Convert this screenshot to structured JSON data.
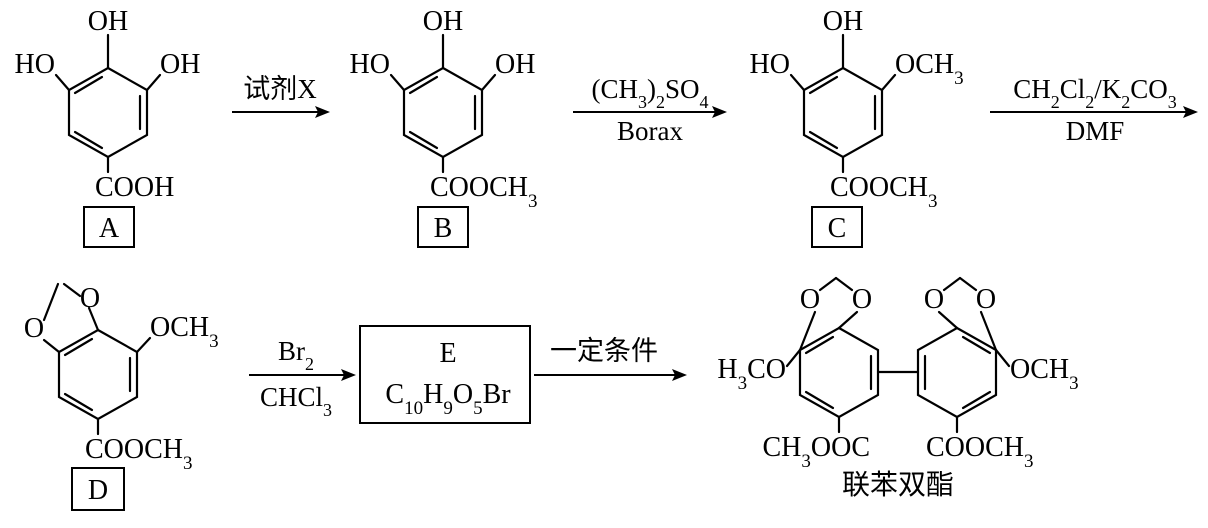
{
  "compounds": {
    "A": {
      "label": "A",
      "top_group": "OH",
      "left_group": "HO",
      "right_group": "OH",
      "bottom_group": "COOH"
    },
    "B": {
      "label": "B",
      "top_group": "OH",
      "left_group": "HO",
      "right_group": "OH",
      "bottom_group": "COOCH3"
    },
    "C": {
      "label": "C",
      "top_group": "OH",
      "left_group": "HO",
      "right_group": "OCH3",
      "bottom_group": "COOCH3"
    },
    "D": {
      "label": "D",
      "ring_o_top": "O",
      "ring_o_left": "O",
      "right_group": "OCH3",
      "bottom_group": "COOCH3"
    },
    "E": {
      "label": "E",
      "formula": "C10H9O5Br"
    },
    "product": {
      "name": "联苯双酯",
      "left_methoxy": "H3CO",
      "right_methoxy": "OCH3",
      "left_ester": "CH3OOC",
      "right_ester": "COOCH3",
      "dioxole_o": "O"
    }
  },
  "reactions": [
    {
      "from": "A",
      "to": "B",
      "reagent_above": "试剂X",
      "reagent_below": ""
    },
    {
      "from": "B",
      "to": "C",
      "reagent_above": "(CH3)2SO4",
      "reagent_below": "Borax"
    },
    {
      "from": "C",
      "to": "D",
      "reagent_above": "CH2Cl2/K2CO3",
      "reagent_below": "DMF"
    },
    {
      "from": "D",
      "to": "E",
      "reagent_above": "Br2",
      "reagent_below": "CHCl3"
    },
    {
      "from": "E",
      "to": "product",
      "reagent_above": "一定条件",
      "reagent_below": ""
    }
  ]
}
